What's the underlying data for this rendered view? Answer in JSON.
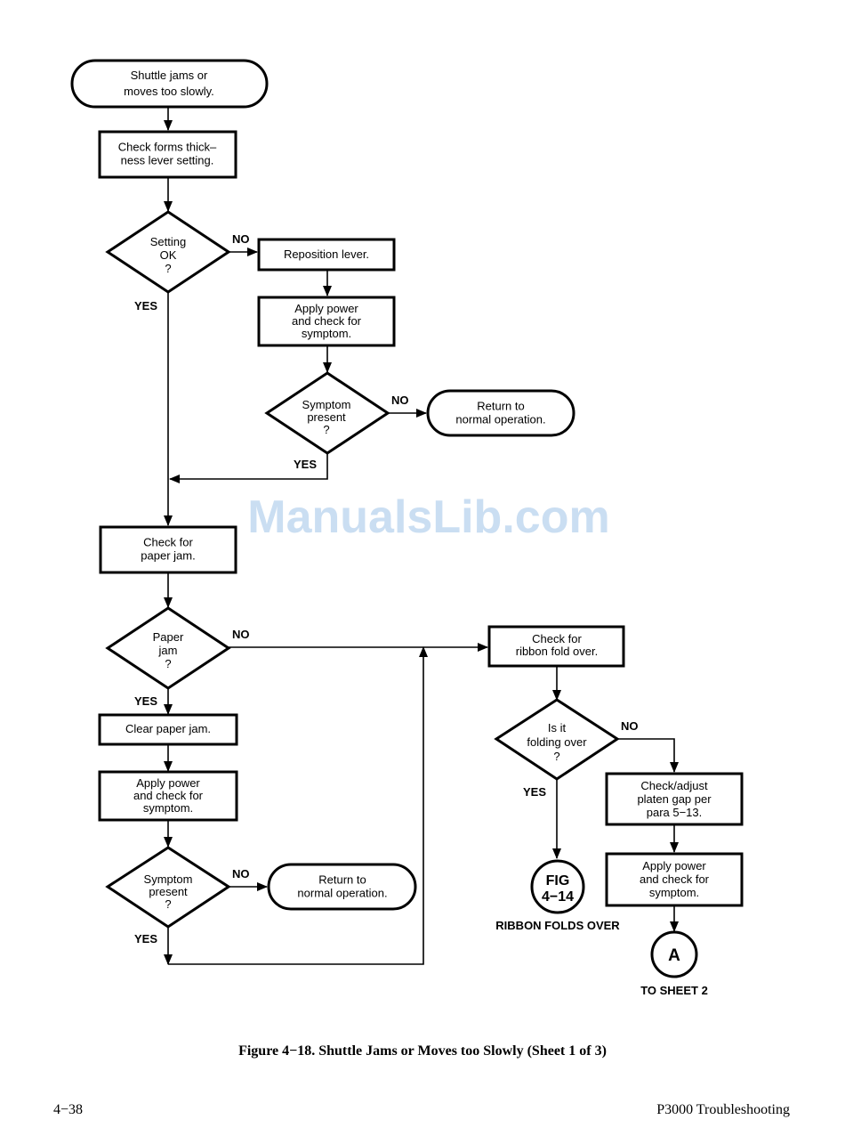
{
  "watermark": "ManualsLib.com",
  "nodes": {
    "start": [
      "Shuttle jams or",
      "moves too slowly."
    ],
    "check_forms": [
      "Check forms thick–",
      "ness lever setting."
    ],
    "setting_ok": [
      "Setting",
      "OK",
      "?"
    ],
    "reposition": [
      "Reposition lever."
    ],
    "apply_power_1": [
      "Apply power",
      "and check for",
      "symptom."
    ],
    "symptom_1": [
      "Symptom",
      "present",
      "?"
    ],
    "return_1": [
      "Return to",
      "normal operation."
    ],
    "check_paper": [
      "Check for",
      "paper jam."
    ],
    "paper_jam": [
      "Paper",
      "jam",
      "?"
    ],
    "clear_jam": [
      "Clear paper jam."
    ],
    "apply_power_2": [
      "Apply power",
      "and check for",
      "symptom."
    ],
    "symptom_2": [
      "Symptom",
      "present",
      "?"
    ],
    "return_2": [
      "Return to",
      "normal operation."
    ],
    "check_ribbon": [
      "Check for",
      "ribbon fold over."
    ],
    "folding": [
      "Is it",
      "folding over",
      "?"
    ],
    "check_platen": [
      "Check/adjust",
      "platen gap per",
      "para 5−13."
    ],
    "apply_power_3": [
      "Apply power",
      "and check for",
      "symptom."
    ]
  },
  "labels": {
    "no_setting": "NO",
    "yes_setting": "YES",
    "no_symptom_1": "NO",
    "yes_symptom_1": "YES",
    "no_paper": "NO",
    "yes_paper": "YES",
    "no_symptom_2": "NO",
    "yes_symptom_2": "YES",
    "no_folding": "NO",
    "yes_folding": "YES"
  },
  "connectors": {
    "fig": {
      "line1": "FIG",
      "line2": "4−14",
      "caption": "RIBBON FOLDS OVER"
    },
    "sheet": {
      "label": "A",
      "caption": "TO SHEET 2"
    }
  },
  "caption": "Figure 4−18. Shuttle Jams or Moves too Slowly (Sheet 1 of 3)",
  "footer": {
    "left": "4−38",
    "right": "P3000 Troubleshooting"
  }
}
